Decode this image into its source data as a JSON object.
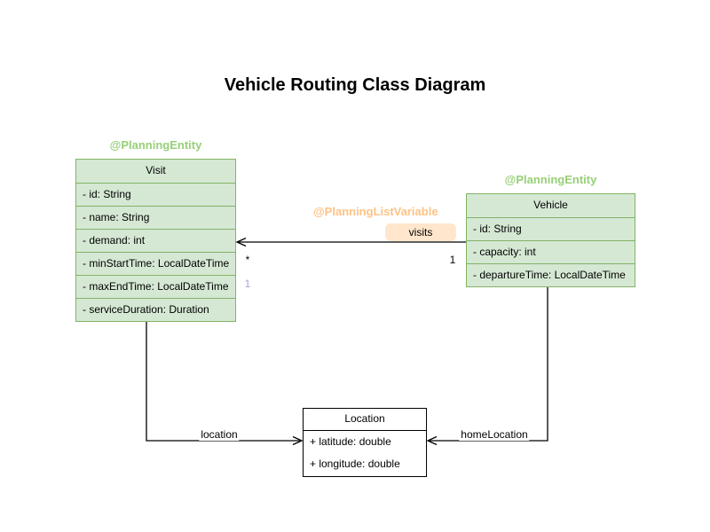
{
  "page": {
    "title": "Vehicle Routing Class Diagram"
  },
  "colors": {
    "class_fill_green": "#d5e8d4",
    "class_stroke_green": "#82b366",
    "annotation_green": "#97d077",
    "annotation_orange": "#ffc285",
    "edge_badge_fill": "#ffe6cc",
    "multiplicity_purple": "#b39ddb",
    "line": "#000000",
    "background": "#ffffff"
  },
  "classes": {
    "visit": {
      "annotation": "@PlanningEntity",
      "name": "Visit",
      "attributes": [
        "- id: String",
        "- name: String",
        "- demand: int",
        "- minStartTime: LocalDateTime",
        "- maxEndTime: LocalDateTime",
        "- serviceDuration: Duration"
      ]
    },
    "vehicle": {
      "annotation": "@PlanningEntity",
      "name": "Vehicle",
      "attributes": [
        "- id: String",
        "- capacity: int",
        "- departureTime: LocalDateTime"
      ]
    },
    "location": {
      "name": "Location",
      "attributes": [
        "+ latitude: double",
        "+ longitude: double"
      ]
    }
  },
  "edges": {
    "visits": {
      "annotation": "@PlanningListVariable",
      "label": "visits",
      "target_multiplicity": "*",
      "source_multiplicity": "1",
      "secondary_multiplicity": "1"
    },
    "location": {
      "label": "location"
    },
    "home_location": {
      "label": "homeLocation"
    }
  }
}
